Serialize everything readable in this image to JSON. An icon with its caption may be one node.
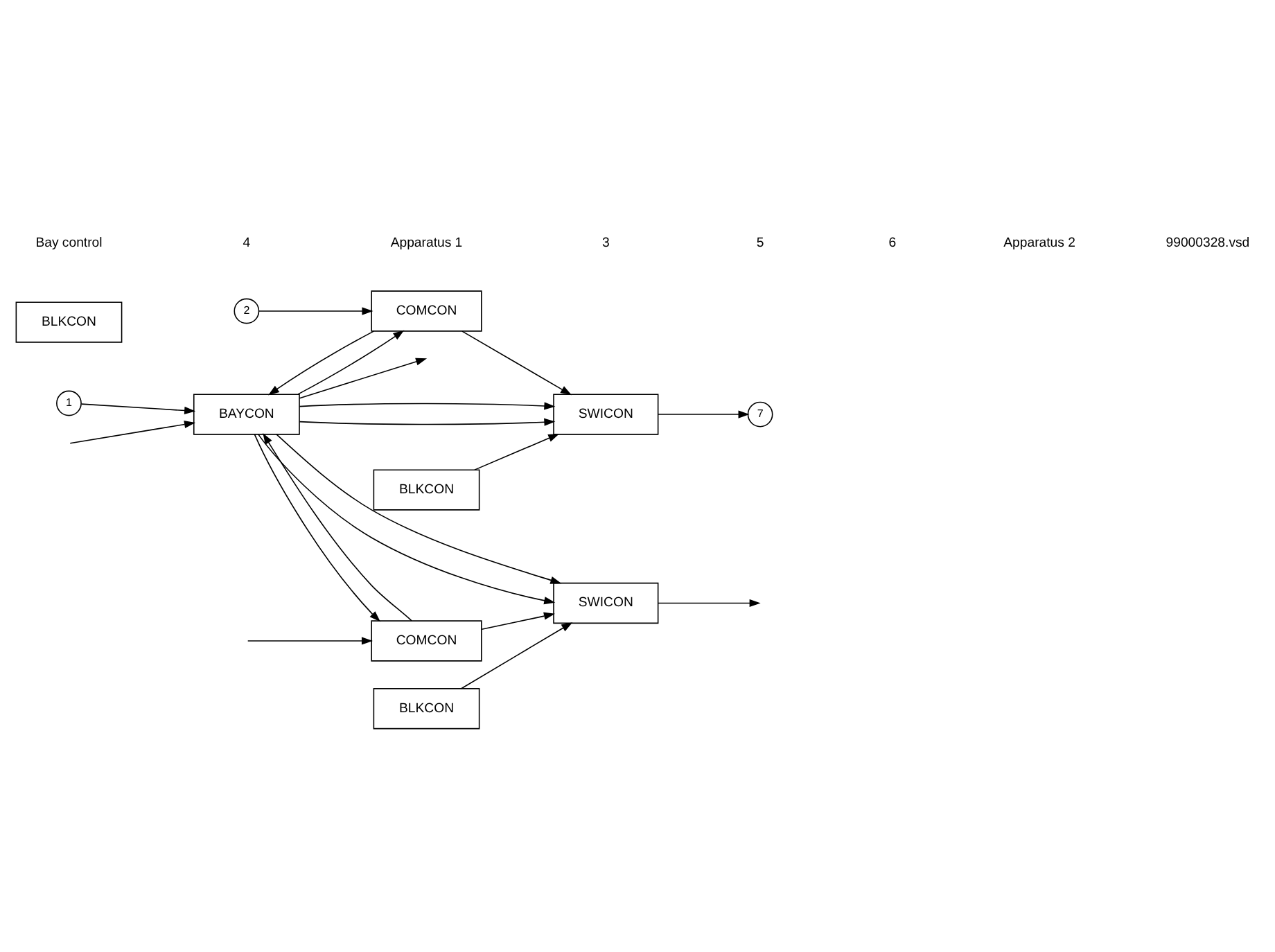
{
  "diagram": {
    "nodes": [
      {
        "text": [
          "1"
        ]
      },
      {
        "text": [
          "BAYCON"
        ]
      },
      {
        "text": [
          "BLKCON"
        ]
      },
      {
        "text": [
          "2"
        ]
      },
      {
        "text": [
          "COMCON"
        ]
      },
      {
        "text": [
          "SWICON"
        ]
      },
      {
        "text": [
          "7"
        ]
      },
      {
        "text": [
          "BLKCON"
        ]
      },
      {
        "text": [
          "COMCON"
        ]
      },
      {
        "text": [
          "SWICON"
        ]
      },
      {
        "text": [
          "BLKCON"
        ]
      }
    ],
    "edges": [
      {
        "from": 0,
        "to": 1,
        "arrow": "to"
      },
      {
        "from": 1,
        "to": null,
        "arrow": "to"
      },
      {
        "from": null,
        "to": 1,
        "arrow": "to"
      },
      {
        "from": 3,
        "to": 4,
        "arrow": "to"
      },
      {
        "from": 4,
        "to": 1,
        "arrow": "to"
      },
      {
        "from": 8,
        "to": 1,
        "arrow": "to"
      },
      {
        "from": 1,
        "to": 4,
        "arrow": "to"
      },
      {
        "from": 1,
        "to": 5,
        "arrow": "to"
      },
      {
        "from": 1,
        "to": 8,
        "arrow": "to"
      },
      {
        "from": 1,
        "to": 9,
        "arrow": "to"
      },
      {
        "from": 1,
        "to": 5,
        "arrow": "to"
      },
      {
        "from": 1,
        "to": 9,
        "arrow": "to"
      },
      {
        "from": 4,
        "to": 5,
        "arrow": "to"
      },
      {
        "from": 5,
        "to": 6,
        "arrow": "to"
      },
      {
        "from": 7,
        "to": 5,
        "arrow": "to"
      },
      {
        "from": null,
        "to": 8,
        "arrow": "to"
      },
      {
        "from": 8,
        "to": 9,
        "arrow": "to"
      },
      {
        "from": 9,
        "to": null,
        "arrow": "to"
      },
      {
        "from": 10,
        "to": 9,
        "arrow": "to"
      }
    ],
    "labels": [
      "Bay control",
      "4",
      "Apparatus 1",
      "3",
      "5",
      "6",
      "Apparatus 2",
      "99000328.vsd"
    ]
  }
}
